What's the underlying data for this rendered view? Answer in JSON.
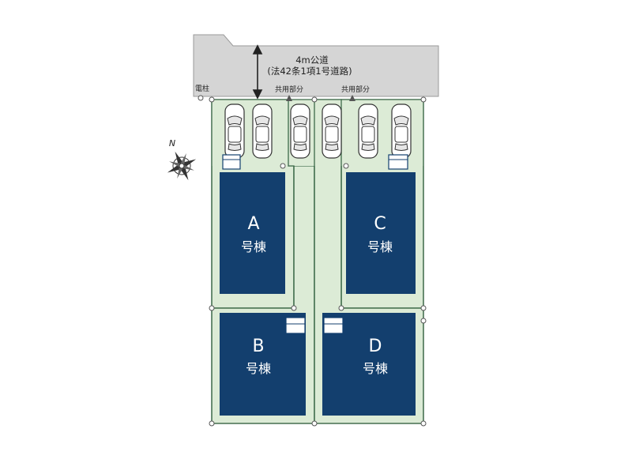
{
  "road": {
    "name": "4m公道",
    "law_note": "(法42条1項1号道路)"
  },
  "utility_pole_label": "電柱",
  "shared_areas": [
    {
      "label": "共用部分"
    },
    {
      "label": "共用部分"
    }
  ],
  "compass": {
    "north_label": "N"
  },
  "buildings": [
    {
      "letter": "A",
      "suffix": "号棟"
    },
    {
      "letter": "B",
      "suffix": "号棟"
    },
    {
      "letter": "C",
      "suffix": "号棟"
    },
    {
      "letter": "D",
      "suffix": "号棟"
    }
  ],
  "colors": {
    "road": "#d5d5d5",
    "lot": "#dcebd6",
    "building": "#133f6e",
    "building_text": "#ffffff",
    "boundary": "#3e6a4a"
  }
}
